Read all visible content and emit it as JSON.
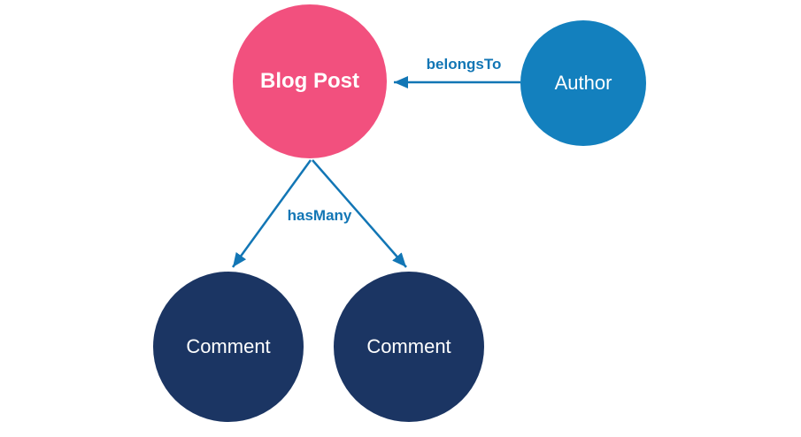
{
  "diagram": {
    "nodes": [
      {
        "id": "blog-post",
        "label": "Blog Post",
        "shape": "circle",
        "fill_color": "#F2507E",
        "text_color": "#FFFFFF"
      },
      {
        "id": "author",
        "label": "Author",
        "shape": "circle",
        "fill_color": "#1380BE",
        "text_color": "#FFFFFF"
      },
      {
        "id": "comment-1",
        "label": "Comment",
        "shape": "circle",
        "fill_color": "#1B3563",
        "text_color": "#FFFFFF"
      },
      {
        "id": "comment-2",
        "label": "Comment",
        "shape": "circle",
        "fill_color": "#1B3563",
        "text_color": "#FFFFFF"
      }
    ],
    "edges": [
      {
        "from": "author",
        "to": "blog-post",
        "label": "belongsTo",
        "arrowhead": "filled-triangle"
      },
      {
        "from": "blog-post",
        "to": "comment-1",
        "label": "hasMany",
        "arrowhead": "filled-triangle"
      },
      {
        "from": "blog-post",
        "to": "comment-2",
        "label": "hasMany",
        "arrowhead": "filled-triangle"
      }
    ],
    "colors": {
      "edge_stroke": "#1276B5",
      "edge_label_text": "#1276B5",
      "background": "#FFFFFF"
    }
  }
}
